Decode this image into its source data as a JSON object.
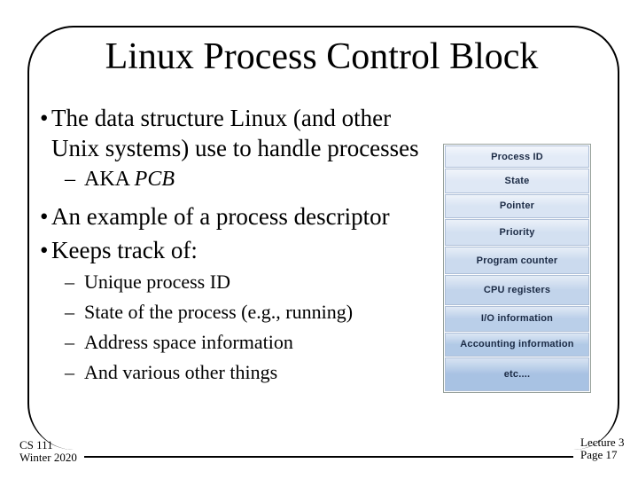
{
  "title": "Linux Process Control Block",
  "content": {
    "bullet_glyph": "•",
    "dash_glyph": "–",
    "b1_line1": "The data structure Linux (and other",
    "b1_line2": "Unix systems) use to handle processes",
    "sub1_text": "AKA ",
    "sub1_italic": "PCB",
    "b2": "An example of a process descriptor",
    "b3": "Keeps track of:",
    "subs": [
      "Unique process ID",
      "State of the process (e.g., running)",
      "Address space information",
      "And various other things"
    ]
  },
  "diagram": {
    "rows": [
      "Process ID",
      "State",
      "Pointer",
      "Priority",
      "Program counter",
      "CPU registers",
      "I/O information",
      "Accounting information",
      "etc...."
    ]
  },
  "footer": {
    "course": "CS 111",
    "term": "Winter 2020",
    "lecture": "Lecture 3",
    "page": "Page 17"
  },
  "colors": {
    "frame_border": "#000000",
    "diagram_outer_border": "#98a29c",
    "diagram_row_border": "#aebfd8",
    "diagram_row_light": "#e3ebf7",
    "diagram_row_dark": "#a8c2e3",
    "diagram_text": "#1c2b45"
  }
}
